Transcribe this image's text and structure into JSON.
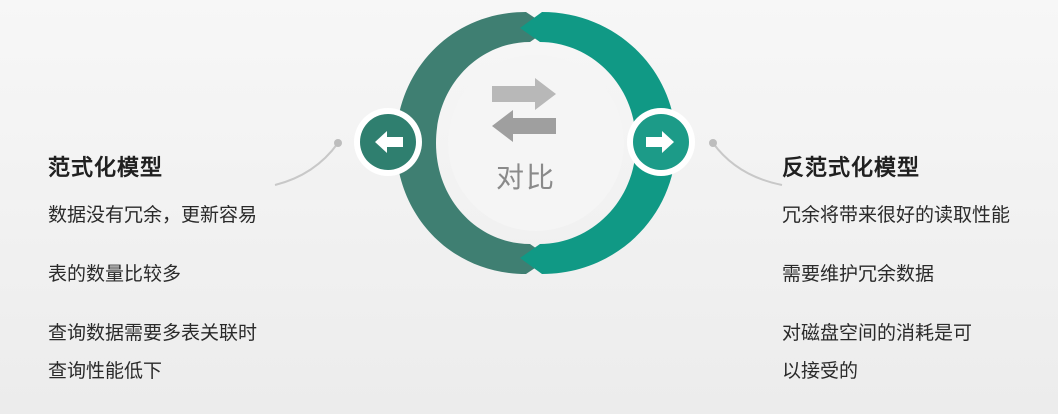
{
  "center": {
    "label": "对比",
    "icon": "swap-arrows-icon",
    "colors": {
      "left_ring": "#3f7f72",
      "right_ring": "#109985",
      "circle_fill": "#f5f5f5",
      "arrow_gray": "#b3b3b3",
      "nav_left": "#2f7f6f",
      "nav_right": "#1c9b88"
    }
  },
  "left": {
    "title": "范式化模型",
    "nav_icon": "arrow-left-icon",
    "items": [
      "数据没有冗余，更新容易",
      "表的数量比较多",
      [
        "查询数据需要多表关联时",
        "查询性能低下"
      ]
    ]
  },
  "right": {
    "title": "反范式化模型",
    "nav_icon": "arrow-right-icon",
    "items": [
      "冗余将带来很好的读取性能",
      "需要维护冗余数据",
      [
        "对磁盘空间的消耗是可",
        "以接受的"
      ]
    ]
  }
}
